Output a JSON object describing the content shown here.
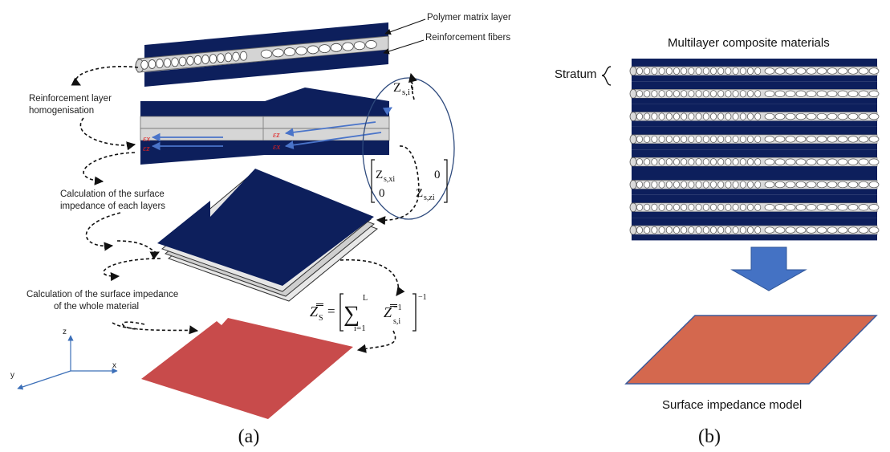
{
  "labels": {
    "polymer_matrix": "Polymer matrix layer",
    "reinforcement_fibers": "Reinforcement fibers",
    "homog_line1": "Reinforcement layer",
    "homog_line2": "homogenisation",
    "calc_layers_line1": "Calculation of the surface",
    "calc_layers_line2": "impedance of each layers",
    "calc_whole_line1": "Calculation of the surface impedance",
    "calc_whole_line2": "of the whole material",
    "multilayer_title": "Multilayer composite materials",
    "stratum": "Stratum",
    "surface_model": "Surface impedance model",
    "caption_a": "(a)",
    "caption_b": "(b)"
  },
  "axes": {
    "x": "x",
    "y": "y",
    "z": "z"
  },
  "strain_labels": {
    "ex": "εx",
    "ez": "εz"
  },
  "equations": {
    "zsi_main": "Z",
    "zsi_sub": "s,i",
    "m11_main": "Z",
    "m11_sub": "s,xi",
    "m12": "0",
    "m21": "0",
    "m22_main": "Z",
    "m22_sub": "s,zi",
    "zs_lhs": "Z̿",
    "zs_lhs_sub": "S",
    "zs_eq": "=",
    "sum_top": "L",
    "sum_bottom": "i=1",
    "zsi_inv_main": "Z̿",
    "zsi_inv_sup": "−1",
    "zsi_inv_sub": "s,i",
    "outer_exp": "−1"
  },
  "colors": {
    "navy": "#0d1f5c",
    "fiber_grey": "#d4d4d4",
    "red_plate": "#c84b4b",
    "orange_plate": "#d4684e",
    "arrow_blue": "#4a74c9",
    "axis_blue": "#3c6fb8"
  }
}
